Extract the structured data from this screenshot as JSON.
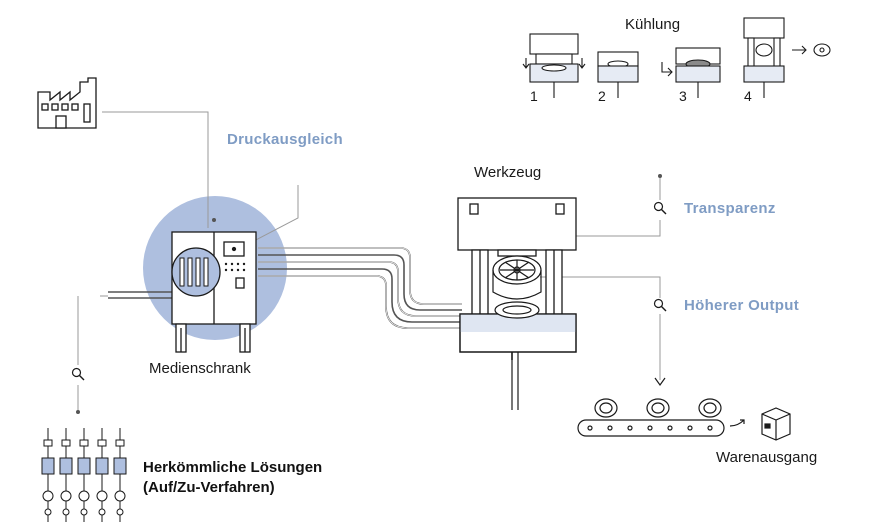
{
  "labels": {
    "druckausgleich": "Druckausgleich",
    "transparenz": "Transparenz",
    "hoeherer_output": "Höherer Output",
    "werkzeug": "Werkzeug",
    "medienschrank": "Medienschrank",
    "warenausgang": "Warenausgang",
    "kuehlung": "Kühlung",
    "herkoemmlich_line1": "Herkömmliche Lösungen",
    "herkoemmlich_line2": "(Auf/Zu-Verfahren)"
  },
  "steps": [
    "1",
    "2",
    "3",
    "4"
  ],
  "colors": {
    "accent": "#7f9cc4",
    "circle_fill": "#aebfdf",
    "line": "#1a1a1a",
    "leader": "#9a9a9a"
  },
  "icons": [
    "factory-icon",
    "magnifier-icon",
    "press-icon",
    "cabinet-icon",
    "wheel-icon",
    "box-icon",
    "arrow-icon",
    "valve-icon"
  ]
}
